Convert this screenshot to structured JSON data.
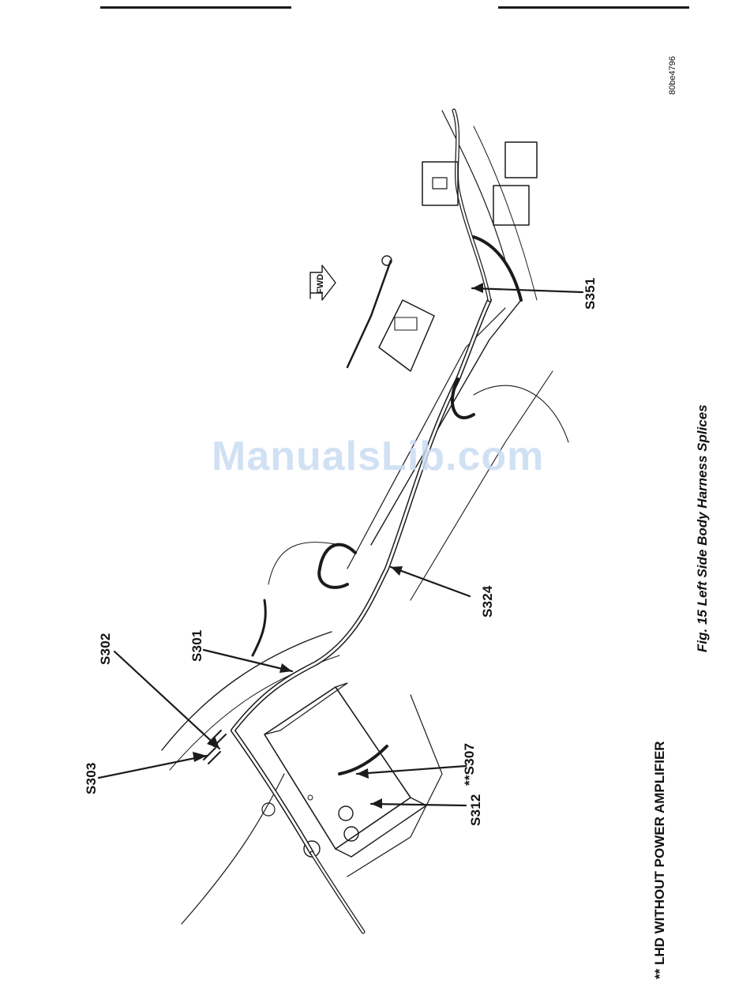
{
  "figure": {
    "caption": "Fig. 15 Left Side Body Harness Splices",
    "image_code": "80be4796",
    "note": "** LHD WITHOUT POWER AMPLIFIER",
    "fwd_label": "FWD",
    "watermark": "ManualsLib.com"
  },
  "callouts": {
    "s302": "S302",
    "s301": "S301",
    "s303": "S303",
    "s307": "**S307",
    "s312": "S312",
    "s324": "S324",
    "s351": "S351"
  }
}
